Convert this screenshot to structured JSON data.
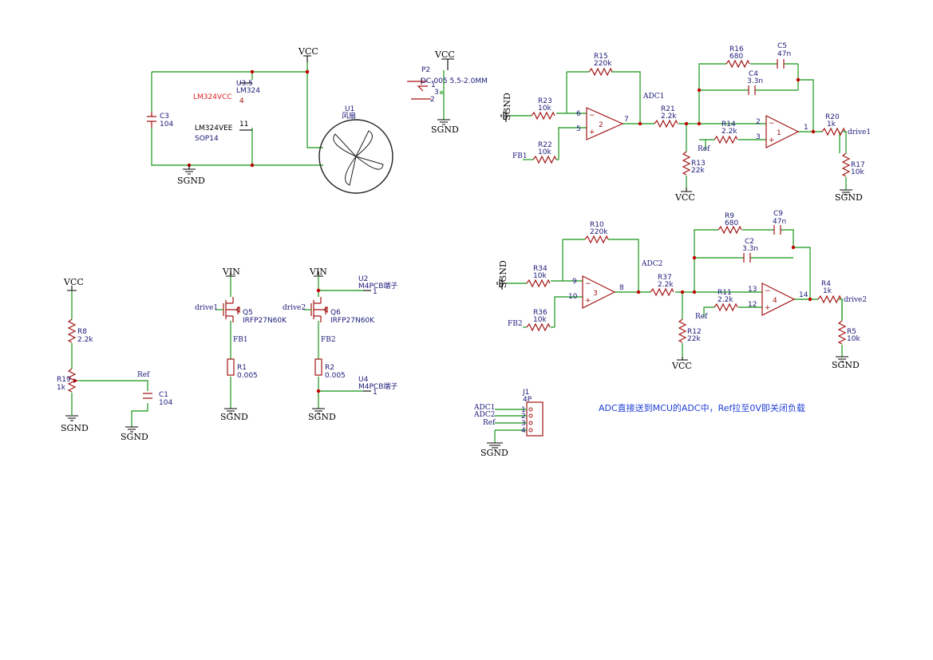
{
  "power": {
    "vcc": "VCC",
    "sgnd": "SGND",
    "vin": "VIN"
  },
  "u3": {
    "ref": "U3.5",
    "value": "LM324",
    "pos_supply": "LM324VCC",
    "neg_supply": "LM324VEE",
    "pin_pos": "4",
    "pin_neg": "11",
    "package": "SOP14"
  },
  "c3": {
    "ref": "C3",
    "value": "104"
  },
  "u1": {
    "ref": "U1",
    "value": "风扇"
  },
  "p2": {
    "ref": "P2",
    "value": "DC-005 5.5-2.0MM",
    "pins": [
      "1",
      "3",
      "2"
    ]
  },
  "amp1": {
    "r15": {
      "ref": "R15",
      "value": "220k"
    },
    "r23": {
      "ref": "R23",
      "value": "10k"
    },
    "r22": {
      "ref": "R22",
      "value": "10k"
    },
    "r21": {
      "ref": "R21",
      "value": "2.2k"
    },
    "r13": {
      "ref": "R13",
      "value": "22k"
    },
    "r16": {
      "ref": "R16",
      "value": "680"
    },
    "c5": {
      "ref": "C5",
      "value": "47n"
    },
    "c4": {
      "ref": "C4",
      "value": "3.3n"
    },
    "r14": {
      "ref": "R14",
      "value": "2.2k"
    },
    "r20": {
      "ref": "R20",
      "value": "1k"
    },
    "r17": {
      "ref": "R17",
      "value": "10k"
    },
    "ua": {
      "unit": "2",
      "in_neg": "6",
      "in_pos": "5",
      "out": "7"
    },
    "ub": {
      "unit": "1",
      "in_neg": "2",
      "in_pos": "3",
      "out": "1"
    },
    "net_adc": "ADC1",
    "net_fb": "FB1",
    "net_ref": "Ref",
    "net_drive": "drive1"
  },
  "amp2": {
    "r10": {
      "ref": "R10",
      "value": "220k"
    },
    "r34": {
      "ref": "R34",
      "value": "10k"
    },
    "r36": {
      "ref": "R36",
      "value": "10k"
    },
    "r37": {
      "ref": "R37",
      "value": "2.2k"
    },
    "r12": {
      "ref": "R12",
      "value": "22k"
    },
    "r9": {
      "ref": "R9",
      "value": "680"
    },
    "c9": {
      "ref": "C9",
      "value": "47n"
    },
    "c2": {
      "ref": "C2",
      "value": "3.3n"
    },
    "r11": {
      "ref": "R11",
      "value": "2.2k"
    },
    "r4": {
      "ref": "R4",
      "value": "1k"
    },
    "r5": {
      "ref": "R5",
      "value": "10k"
    },
    "ua": {
      "unit": "3",
      "in_neg": "9",
      "in_pos": "10",
      "out": "8"
    },
    "ub": {
      "unit": "4",
      "in_neg": "13",
      "in_pos": "12",
      "out": "14"
    },
    "net_adc": "ADC2",
    "net_fb": "FB2",
    "net_ref": "Ref",
    "net_drive": "drive2"
  },
  "ref_div": {
    "r8": {
      "ref": "R8",
      "value": "2.2k"
    },
    "r19": {
      "ref": "R19",
      "value": "1k"
    },
    "c1": {
      "ref": "C1",
      "value": "104"
    },
    "net": "Ref"
  },
  "mos1": {
    "ref": "Q5",
    "value": "IRFP27N60K",
    "gate": "drive1",
    "src_net": "FB1",
    "r1": {
      "ref": "R1",
      "value": "0.005"
    }
  },
  "mos2": {
    "ref": "Q6",
    "value": "IRFP27N60K",
    "gate": "drive2",
    "src_net": "FB2",
    "r2": {
      "ref": "R2",
      "value": "0.005"
    }
  },
  "u2": {
    "ref": "U2",
    "value": "M4PCB端子",
    "pin": "1"
  },
  "u4": {
    "ref": "U4",
    "value": "M4PCB端子",
    "pin": "1"
  },
  "j1": {
    "ref": "J1",
    "value": "4P",
    "nets": [
      "ADC1",
      "ADC2",
      "Ref",
      ""
    ],
    "pins": [
      "1",
      "2",
      "3",
      "4"
    ]
  },
  "note": "ADC直接送到MCU的ADC中，Ref拉至0V即关闭负载"
}
